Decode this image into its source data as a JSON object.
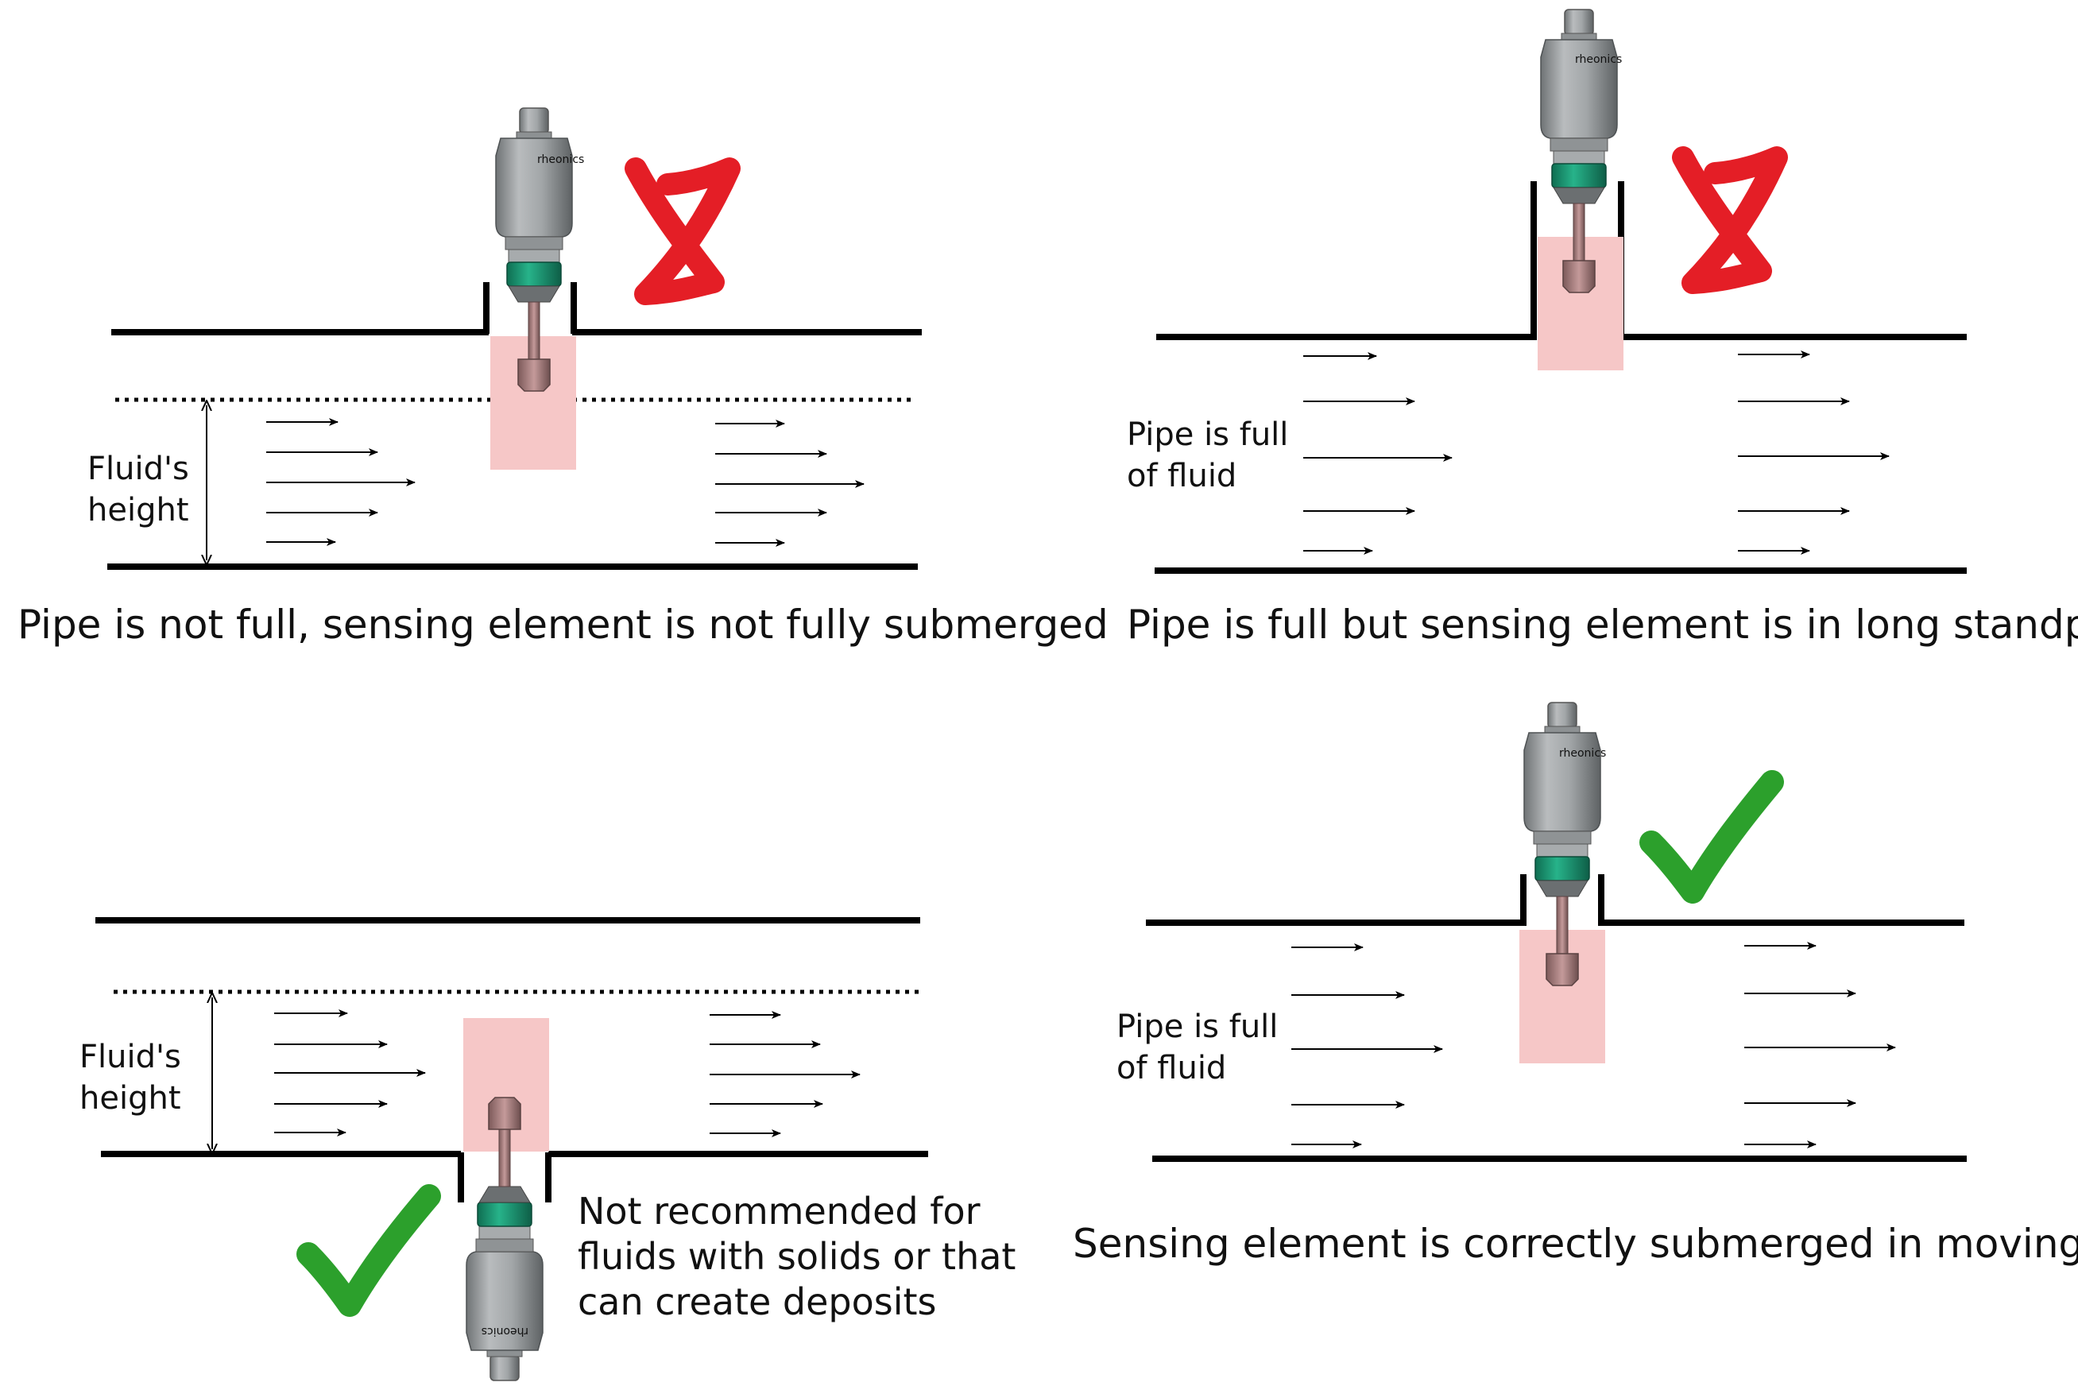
{
  "colors": {
    "pipe": "#000000",
    "zone_fill": "#f6c7c7",
    "cross": "#e41e26",
    "check": "#2ca02c",
    "sensor_body": "#9fa3a5",
    "sensor_band": "#1f9e7a"
  },
  "sensor": {
    "brand": "rheonics"
  },
  "panels": {
    "top_left": {
      "caption": "Pipe is not full, sensing element is not fully submerged",
      "height_label": [
        "Fluid's",
        "height"
      ],
      "status": "cross-icon"
    },
    "top_right": {
      "caption": "Pipe is full but sensing element is in long standpipe",
      "side_label": [
        "Pipe is full",
        "of fluid"
      ],
      "status": "cross-icon"
    },
    "bottom_left": {
      "note": [
        "Not recommended for",
        "fluids with solids or that",
        "can create deposits"
      ],
      "height_label": [
        "Fluid's",
        "height"
      ],
      "status": "check-icon"
    },
    "bottom_right": {
      "caption": "Sensing element is correctly submerged in moving fluid.",
      "side_label": [
        "Pipe is full",
        "of fluid"
      ],
      "status": "check-icon"
    }
  }
}
